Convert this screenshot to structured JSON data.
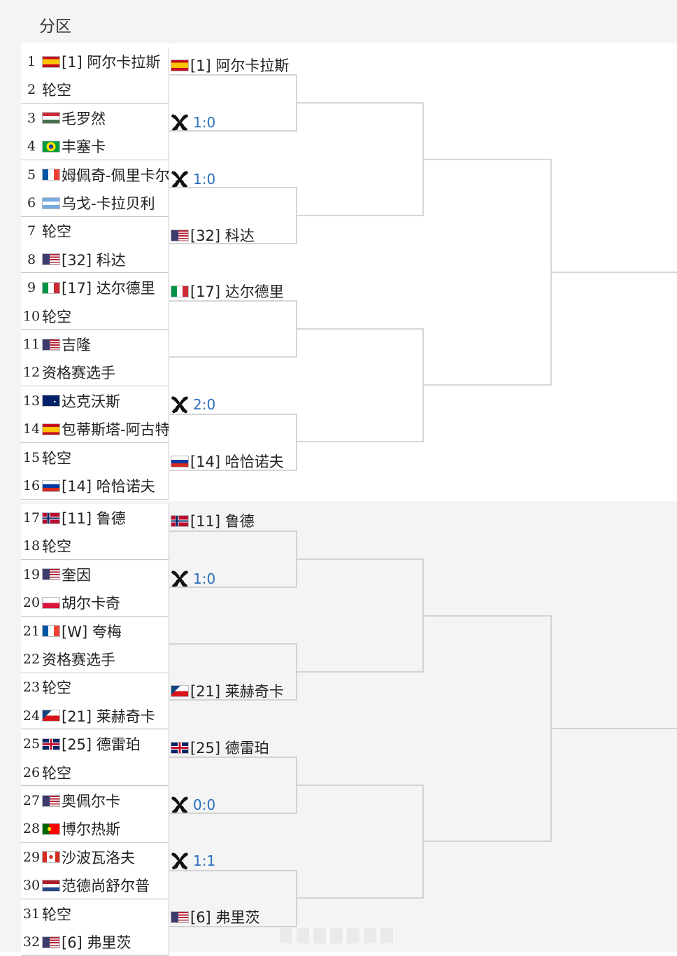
{
  "header": {
    "title": "分区"
  },
  "colors": {
    "score": "#2d6fbd",
    "line": "#c8c8c8",
    "header_bg": "#f4f4f4"
  },
  "first_round": [
    {
      "num": "1",
      "flag": "es",
      "name": "[1] 阿尔卡拉斯"
    },
    {
      "num": "2",
      "flag": "",
      "name": "轮空"
    },
    {
      "num": "3",
      "flag": "hu",
      "name": "毛罗然"
    },
    {
      "num": "4",
      "flag": "br",
      "name": "丰塞卡"
    },
    {
      "num": "5",
      "flag": "fr",
      "name": "姆佩奇-佩里卡尔"
    },
    {
      "num": "6",
      "flag": "ar",
      "name": "乌戈-卡拉贝利"
    },
    {
      "num": "7",
      "flag": "",
      "name": "轮空"
    },
    {
      "num": "8",
      "flag": "us",
      "name": "[32] 科达"
    },
    {
      "num": "9",
      "flag": "it",
      "name": "[17] 达尔德里"
    },
    {
      "num": "10",
      "flag": "",
      "name": "轮空"
    },
    {
      "num": "11",
      "flag": "us",
      "name": "吉隆"
    },
    {
      "num": "12",
      "flag": "",
      "name": "资格赛选手"
    },
    {
      "num": "13",
      "flag": "au",
      "name": "达克沃斯"
    },
    {
      "num": "14",
      "flag": "es",
      "name": "包蒂斯塔-阿古特"
    },
    {
      "num": "15",
      "flag": "",
      "name": "轮空"
    },
    {
      "num": "16",
      "flag": "ru",
      "name": "[14] 哈恰诺夫"
    },
    {
      "num": "17",
      "flag": "no",
      "name": "[11] 鲁德"
    },
    {
      "num": "18",
      "flag": "",
      "name": "轮空"
    },
    {
      "num": "19",
      "flag": "us",
      "name": "奎因"
    },
    {
      "num": "20",
      "flag": "pl",
      "name": "胡尔卡奇"
    },
    {
      "num": "21",
      "flag": "fr",
      "name": "[W] 夸梅"
    },
    {
      "num": "22",
      "flag": "",
      "name": "资格赛选手"
    },
    {
      "num": "23",
      "flag": "",
      "name": "轮空"
    },
    {
      "num": "24",
      "flag": "cz",
      "name": "[21] 莱赫奇卡"
    },
    {
      "num": "25",
      "flag": "gb",
      "name": "[25] 德雷珀"
    },
    {
      "num": "26",
      "flag": "",
      "name": "轮空"
    },
    {
      "num": "27",
      "flag": "us",
      "name": "奥佩尔卡"
    },
    {
      "num": "28",
      "flag": "pt",
      "name": "博尔热斯"
    },
    {
      "num": "29",
      "flag": "ca",
      "name": "沙波瓦洛夫"
    },
    {
      "num": "30",
      "flag": "nl",
      "name": "范德尚舒尔普"
    },
    {
      "num": "31",
      "flag": "",
      "name": "轮空"
    },
    {
      "num": "32",
      "flag": "us",
      "name": "[6] 弗里茨"
    }
  ],
  "second_round": [
    {
      "type": "player",
      "flag": "es",
      "text": "[1] 阿尔卡拉斯"
    },
    {
      "type": "score",
      "text": "1:0"
    },
    {
      "type": "score",
      "text": "1:0"
    },
    {
      "type": "player",
      "flag": "us",
      "text": "[32] 科达"
    },
    {
      "type": "player",
      "flag": "it",
      "text": "[17] 达尔德里"
    },
    {
      "type": "empty",
      "text": ""
    },
    {
      "type": "score",
      "text": "2:0"
    },
    {
      "type": "player",
      "flag": "ru",
      "text": "[14] 哈恰诺夫"
    },
    {
      "type": "player",
      "flag": "no",
      "text": "[11] 鲁德"
    },
    {
      "type": "score",
      "text": "1:0"
    },
    {
      "type": "empty",
      "text": ""
    },
    {
      "type": "player",
      "flag": "cz",
      "text": "[21] 莱赫奇卡"
    },
    {
      "type": "player",
      "flag": "gb",
      "text": "[25] 德雷珀"
    },
    {
      "type": "score",
      "text": "0:0"
    },
    {
      "type": "score",
      "text": "1:1"
    },
    {
      "type": "player",
      "flag": "us",
      "text": "[6] 弗里茨"
    }
  ]
}
